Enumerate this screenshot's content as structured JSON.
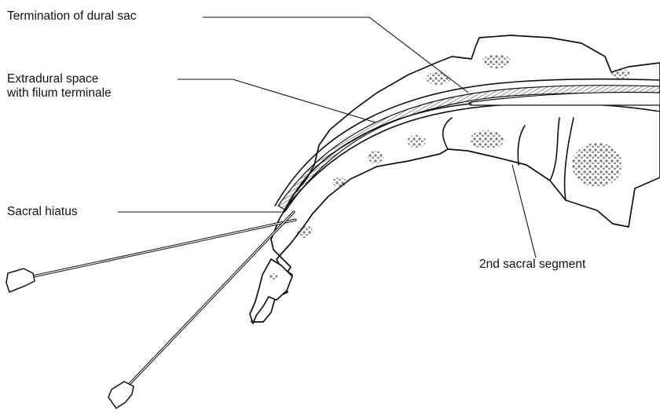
{
  "labels": {
    "dural_sac": "Termination of dural sac",
    "extradural_line1": "Extradural space",
    "extradural_line2": "with filum terminale",
    "sacral_hiatus": "Sacral hiatus",
    "second_segment": "2nd sacral segment"
  },
  "colors": {
    "ink": "#111111",
    "background": "#ffffff"
  }
}
